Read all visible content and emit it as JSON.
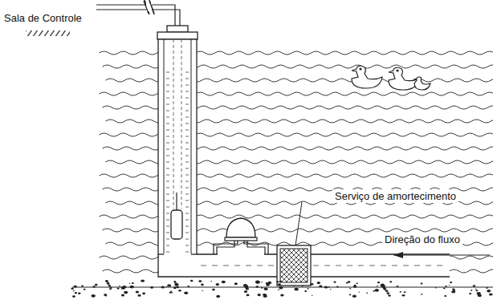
{
  "diagram": {
    "labels": [
      "Sala de Controle",
      "Serviço de amortecimento",
      "Direção do fluxo"
    ]
  }
}
